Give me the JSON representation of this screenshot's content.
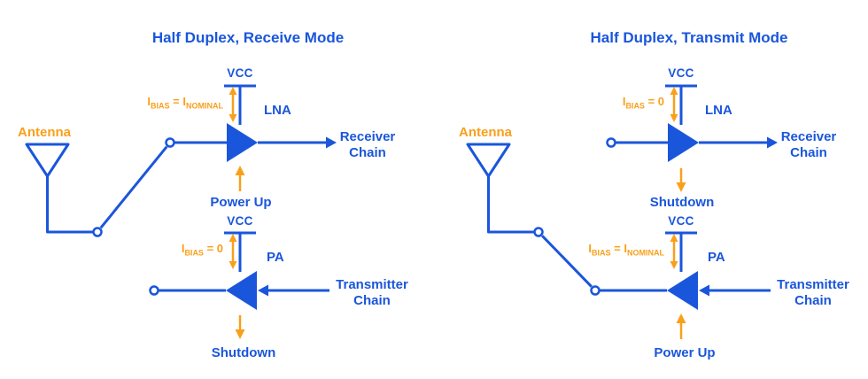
{
  "colors": {
    "blue": "#1A56DB",
    "orange": "#F9A01B"
  },
  "diagrams": [
    {
      "title": "Half Duplex, Receive Mode",
      "antenna": "Antenna",
      "lna": {
        "vcc": "VCC",
        "label": "LNA",
        "bias": {
          "sym": "I",
          "sym_sub": "BIAS",
          "eq": " = I",
          "eq_sub": "NOMINAL"
        },
        "output": "Receiver Chain",
        "control": "Power Up"
      },
      "pa": {
        "vcc": "VCC",
        "label": "PA",
        "bias": {
          "sym": "I",
          "sym_sub": "BIAS",
          "eq": " = 0",
          "eq_sub": ""
        },
        "input": "Transmitter Chain",
        "control": "Shutdown"
      }
    },
    {
      "title": "Half Duplex, Transmit Mode",
      "antenna": "Antenna",
      "lna": {
        "vcc": "VCC",
        "label": "LNA",
        "bias": {
          "sym": "I",
          "sym_sub": "BIAS",
          "eq": " = 0",
          "eq_sub": ""
        },
        "output": "Receiver Chain",
        "control": "Shutdown"
      },
      "pa": {
        "vcc": "VCC",
        "label": "PA",
        "bias": {
          "sym": "I",
          "sym_sub": "BIAS",
          "eq": " = I",
          "eq_sub": "NOMINAL"
        },
        "input": "Transmitter Chain",
        "control": "Power Up"
      }
    }
  ]
}
